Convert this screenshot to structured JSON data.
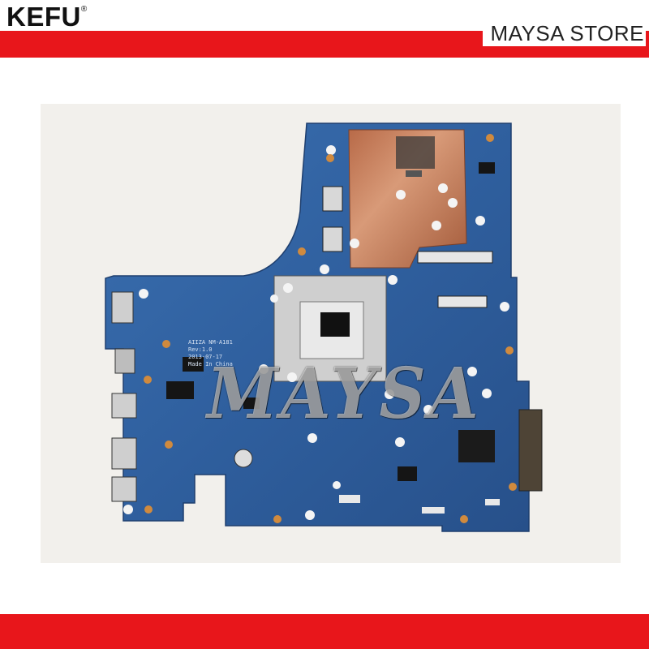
{
  "header": {
    "brand": "KEFU",
    "brand_mark": "®",
    "store_name": "MAYSA STORE"
  },
  "image": {
    "board_silkscreen": [
      "AIIZA NM-A181",
      "Rev:1.0",
      "2013-07-17",
      "Made In China"
    ],
    "watermark": "MAYSA"
  },
  "colors": {
    "banner_red": "#e8161b",
    "pcb_blue": "#2f5f9e",
    "heatsink_copper": "#c27a55",
    "background": "#f2f0ec"
  }
}
